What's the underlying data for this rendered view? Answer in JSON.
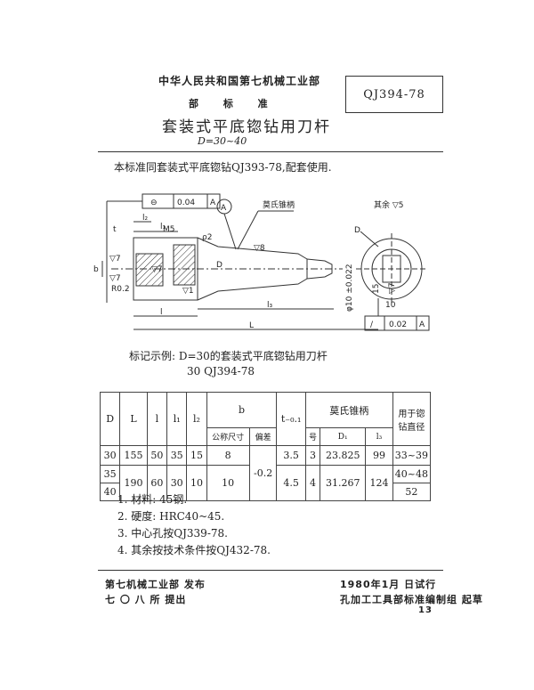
{
  "header": {
    "ministry": "中华人民共和国第七机械工业部",
    "std_type": "部 标 准",
    "title": "套装式平底锪钻用刀杆",
    "subtitle": "D=30~40",
    "code": "QJ394-78"
  },
  "intro": "本标准同套装式平底锪钻QJ393-78,配套使用.",
  "drawing": {
    "callouts": {
      "tol_value": "0.04",
      "tol_datum": "A",
      "datum_circle": "A",
      "taper_label": "莫氏锥柄",
      "surface_rest": "其余 ▽5",
      "m5": "M5",
      "l2": "l₂",
      "l1": "l₁",
      "l3": "l₃",
      "l": "l",
      "L": "L",
      "b": "b",
      "D_main": "D",
      "D_side": "D",
      "r02": "R0.2",
      "p22": "ρ2",
      "v7a": "▽7",
      "v7b": "▽7",
      "v7c": "▽7",
      "v8": "▽8",
      "v1": "▽1",
      "t1": "t",
      "phi": "φ10 ±0.022",
      "dim_15": "15",
      "dim_10": "10",
      "dim_7": "▽7",
      "tol2_value": "0.02",
      "tol2_datum": "A"
    }
  },
  "example": {
    "line1": "标记示例: D=30的套装式平底锪钻用刀杆",
    "line2": "30 QJ394-78"
  },
  "table": {
    "headers": {
      "D": "D",
      "L": "L",
      "l": "l",
      "l1": "l₁",
      "l2": "l₂",
      "b": "b",
      "b_nominal": "公称尺寸",
      "b_dev": "偏差",
      "t": "t₋₀.₁",
      "taper": "莫氏锥柄",
      "no": "号",
      "D1": "D₁",
      "l3": "l₃",
      "use": "用于锪钻直径"
    },
    "rows": [
      {
        "D": "30",
        "L": "155",
        "l": "50",
        "l1": "35",
        "l2": "15",
        "b": "8",
        "t": "3.5",
        "no": "3",
        "D1": "23.825",
        "l3": "99",
        "use": "33~39"
      },
      {
        "D": "35",
        "L": "190",
        "l": "60",
        "l1": "30",
        "l2": "10",
        "b": "10",
        "t": "4.5",
        "no": "4",
        "D1": "31.267",
        "l3": "124",
        "use": "40~48"
      },
      {
        "D": "40",
        "use": "52"
      }
    ],
    "b_deviation": "-0.2"
  },
  "notes": [
    "1. 材料: 45钢.",
    "2. 硬度: HRC40~45.",
    "3. 中心孔按QJ339-78.",
    "4. 其余按技术条件按QJ432-78."
  ],
  "footer": {
    "publisher": "第七机械工业部 发布",
    "proposer": "七 〇 八 所 提出",
    "date": "1980年1月 日试行",
    "compiler": "孔加工工具部标准编制组 起草",
    "page": "13"
  }
}
